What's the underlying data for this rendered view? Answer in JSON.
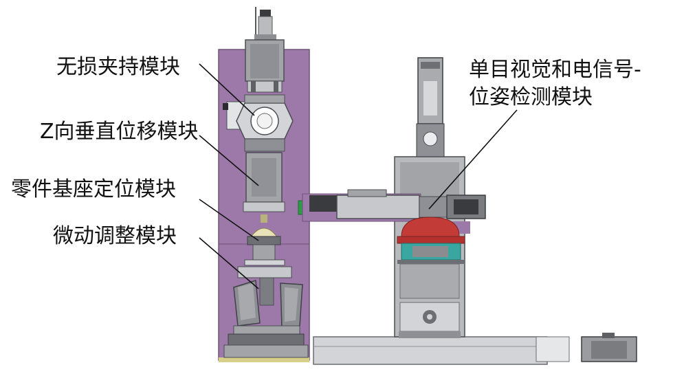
{
  "labels": {
    "clamp_module": "无损夹持模块",
    "z_module": "Z向垂直位移模块",
    "base_module": "零件基座定位模块",
    "fine_adjust_module": "微动调整模块",
    "vision_module_line1": "单目视觉和电信号-",
    "vision_module_line2": "位姿检测模块"
  },
  "colors": {
    "background": "#ffffff",
    "purple_panel": "#9c79a8",
    "metal": "#a2a4a8",
    "metal_dark": "#5e6066",
    "metal_light": "#d2d4d8",
    "red_part": "#c23b37",
    "teal_part": "#3aa6a0",
    "green_part": "#2f9a47",
    "text": "#111111"
  }
}
